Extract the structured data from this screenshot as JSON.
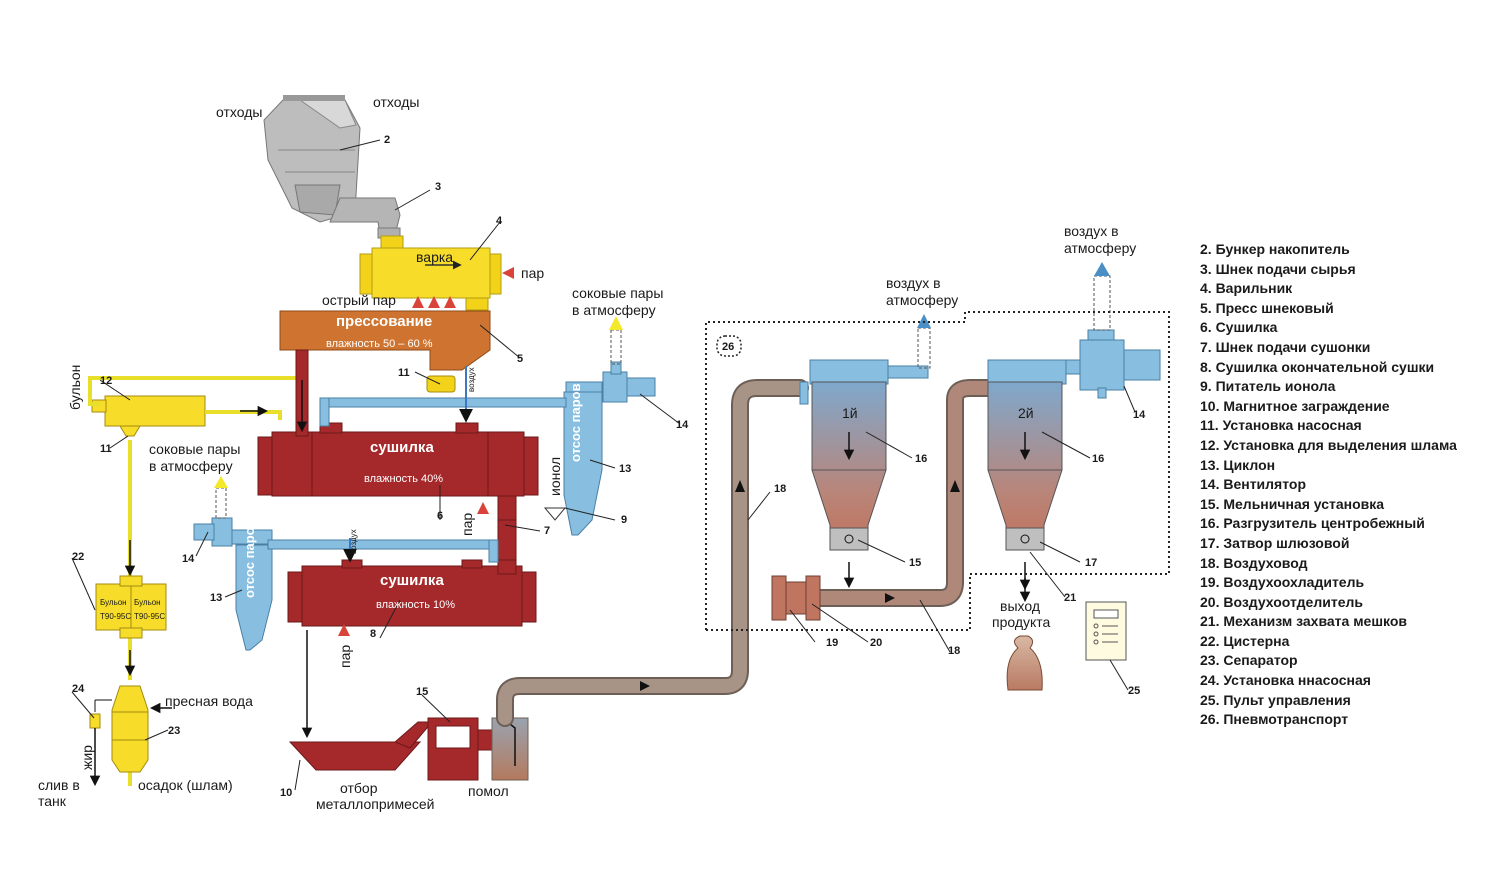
{
  "labels": {
    "waste_left": "отходы",
    "waste_right": "отходы",
    "cooking": "варка",
    "steam_right": "пар",
    "live_steam": "острый пар",
    "pressing": "прессование",
    "pressing_moisture": "влажность 50 – 60  %",
    "juice_vapors_1": "соковые пары\nв атмосферу",
    "juice_vapors_2": "соковые пары\nв атмосферу",
    "broth": "бульон",
    "air_vert": "воздух",
    "air_vert_2": "воздух",
    "dryer_1": "сушилка",
    "dryer_1_moisture": "влажность 40%",
    "dryer_2": "сушилка",
    "dryer_2_moisture": "влажность 10%",
    "vapor_suction_1": "отсос паров",
    "vapor_suction_2": "отсос паров",
    "ionol": "ионол",
    "steam_vert_1": "пар",
    "steam_vert_2": "пар",
    "tank_a": "Бульон\nТ90-95С",
    "tank_b": "Бульон\nТ90-95С",
    "fresh_water": "пресная вода",
    "fat": "жир",
    "drain_tank": "слив в\nтанк",
    "sludge": "осадок (шлам)",
    "metal_removal": "отбор\nметаллопримесей",
    "grinding": "помол",
    "air_to_atm_1": "воздух в\nатмосферу",
    "air_to_atm_2": "воздух в\nатмосферу",
    "product_out": "выход\nпродукта",
    "stage_1": "1й",
    "stage_2": "2й"
  },
  "callouts": [
    "2",
    "3",
    "4",
    "5",
    "6",
    "7",
    "8",
    "9",
    "10",
    "11",
    "11",
    "12",
    "13",
    "13",
    "14",
    "14",
    "14",
    "15",
    "15",
    "16",
    "16",
    "17",
    "18",
    "18",
    "19",
    "20",
    "21",
    "22",
    "23",
    "24",
    "25",
    "26"
  ],
  "legend": [
    "2. Бункер накопитель",
    "3. Шнек подачи сырья",
    "4. Варильник",
    "5. Пресс шнековый",
    "6. Сушилка",
    "7. Шнек подачи сушонки",
    "8. Сушилка окончательной сушки",
    "9. Питатель ионола",
    "10. Магнитное заграждение",
    "11. Установка насосная",
    "12. Установка для выделения шлама",
    "13. Циклон",
    "14. Вентилятор",
    "15. Мельничная установка",
    "16. Разгрузитель центробежный",
    "17. Затвор шлюзовой",
    "18. Воздуховод",
    "19. Воздухоохладитель",
    "20. Воздухоотделитель",
    "21. Механизм захвата мешков",
    "22. Цистерна",
    "23. Сепаратор",
    "24. Установка ннасосная",
    "25. Пульт управления",
    "26. Пневмотранспорт"
  ],
  "colors": {
    "dryer": "#a5282a",
    "press": "#cc6f2a",
    "cooker": "#f5d81c",
    "pipe_blue": "#88bfe0",
    "hopper": "#b8b8b8",
    "duct": "#9c8a7e",
    "line_yellow": "#e8df2a"
  }
}
